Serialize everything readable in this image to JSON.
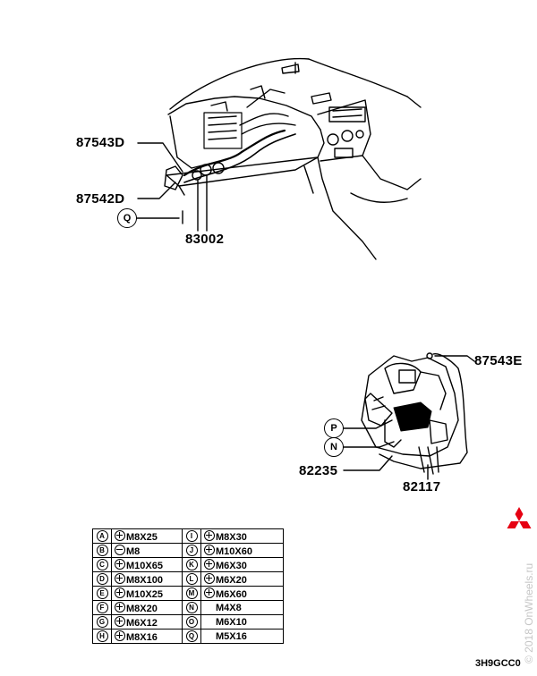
{
  "callouts": {
    "p87543d": "87543D",
    "p87542d": "87542D",
    "p83002": "83002",
    "p87543e": "87543E",
    "p82235": "82235",
    "p82117": "82117"
  },
  "circle_labels": {
    "q": "Q",
    "p": "P",
    "n": "N"
  },
  "fastener_table": {
    "rows": [
      {
        "left_key": "A",
        "left_spec": "M8X25",
        "left_head": "plus",
        "right_key": "I",
        "right_spec": "M8X30",
        "right_head": "plus"
      },
      {
        "left_key": "B",
        "left_spec": "M8",
        "left_head": "minus",
        "right_key": "J",
        "right_spec": "M10X60",
        "right_head": "plus"
      },
      {
        "left_key": "C",
        "left_spec": "M10X65",
        "left_head": "plus",
        "right_key": "K",
        "right_spec": "M6X30",
        "right_head": "plus"
      },
      {
        "left_key": "D",
        "left_spec": "M8X100",
        "left_head": "plus",
        "right_key": "L",
        "right_spec": "M6X20",
        "right_head": "plus"
      },
      {
        "left_key": "E",
        "left_spec": "M10X25",
        "left_head": "plus",
        "right_key": "M",
        "right_spec": "M6X60",
        "right_head": "plus"
      },
      {
        "left_key": "F",
        "left_spec": "M8X20",
        "left_head": "plus",
        "right_key": "N",
        "right_spec": "M4X8",
        "right_head": "none"
      },
      {
        "left_key": "G",
        "left_spec": "M6X12",
        "left_head": "plus",
        "right_key": "O",
        "right_spec": "M6X10",
        "right_head": "none"
      },
      {
        "left_key": "H",
        "left_spec": "M8X16",
        "left_head": "plus",
        "right_key": "Q",
        "right_spec": "M5X16",
        "right_head": "none"
      }
    ]
  },
  "watermark": "© 2018 OnWheels.ru",
  "diagram_code": "3H9GCC0",
  "logo_color": "#e60012"
}
